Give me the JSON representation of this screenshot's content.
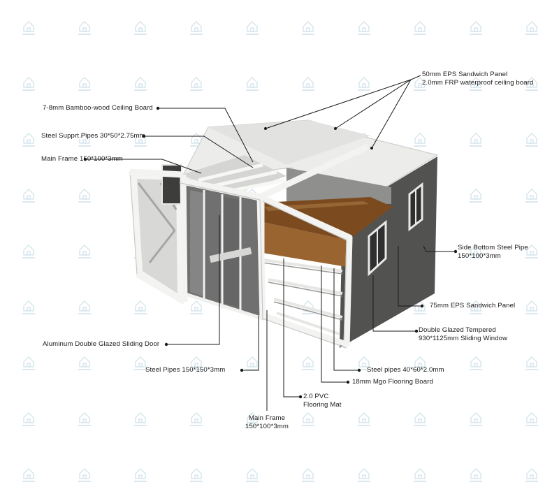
{
  "colors": {
    "background": "#ffffff",
    "leader_line": "#1a1a1a",
    "frame": "#f2f2f0",
    "roof": "#ebebea",
    "wall_dark": "#4f4f4d",
    "floor_wood": "#7a4a20",
    "glass": "#6c6c6c",
    "watermark": "#cfe0ea"
  },
  "labels": {
    "eps_panel": [
      "50mm EPS Sandwich Panel",
      "2.0mm FRP waterproof ceiling board"
    ],
    "ceiling_board": [
      "7-8mm Bamboo-wood Ceiling Board"
    ],
    "support_pipes": [
      "Steel Supprt Pipes 30*50*2.75mm"
    ],
    "main_frame_top": [
      "Main Frame 150*100*3mm"
    ],
    "side_bottom_pipe": [
      "Side Bottom Steel Pipe",
      "150*100*3mm"
    ],
    "eps_75": [
      "75mm EPS Sandwich Panel"
    ],
    "window": [
      "Double Glazed Tempered",
      "930*1125mm Sliding Window"
    ],
    "sliding_door": [
      "Aluminum Double Glazed Sliding Door"
    ],
    "steel_pipes_150": [
      "Steel Pipes 150*150*3mm"
    ],
    "steel_pipes_40": [
      "Steel pipes 40*60*2.0mm"
    ],
    "mgo_board": [
      "18mm Mgo Flooring Board"
    ],
    "pvc_mat": [
      "2.0 PVC",
      "Flooring Mat"
    ],
    "main_frame_bottom": [
      "Main Frame",
      "150*100*3mm"
    ]
  }
}
